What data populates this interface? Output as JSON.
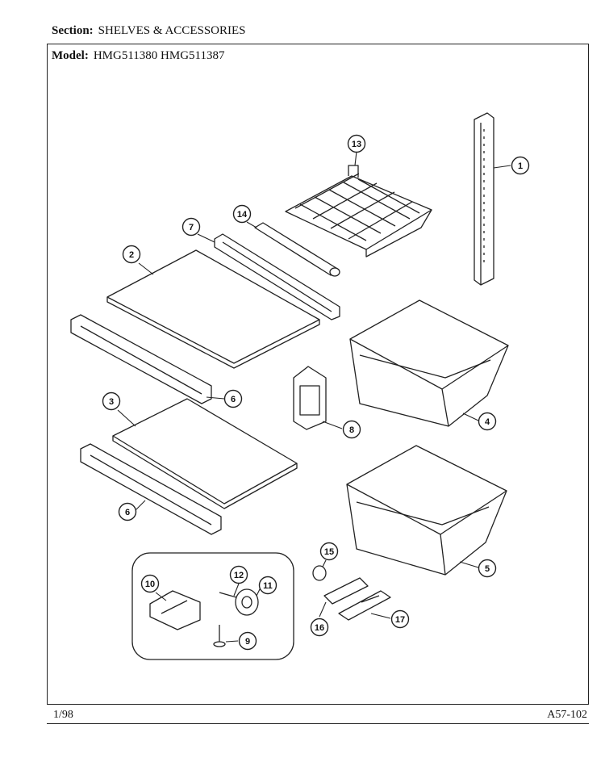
{
  "header": {
    "section_label": "Section:",
    "section_value": "SHELVES & ACCESSORIES",
    "model_label": "Model:",
    "model_value": "HMG511380 HMG511387"
  },
  "footer": {
    "left": "1/98",
    "right": "A57-102"
  },
  "callouts": [
    "1",
    "2",
    "3",
    "4",
    "5",
    "6",
    "6",
    "7",
    "8",
    "9",
    "10",
    "11",
    "12",
    "13",
    "14",
    "15",
    "16",
    "17"
  ]
}
